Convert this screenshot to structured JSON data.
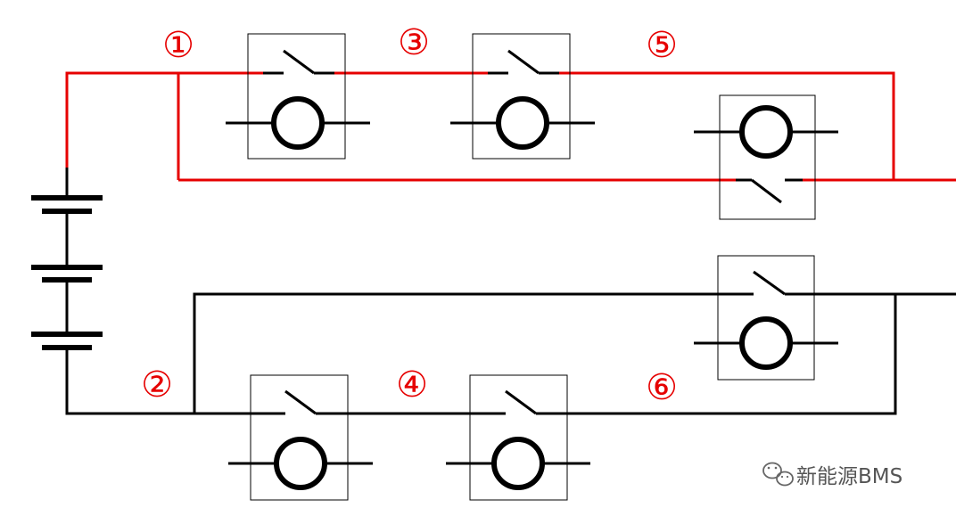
{
  "diagram": {
    "colors": {
      "positive": "#e60000",
      "negative": "#000000",
      "label": "#e60000",
      "watermark": "#555555"
    },
    "labels": {
      "n1": "①",
      "n2": "②",
      "n3": "③",
      "n4": "④",
      "n5": "⑤",
      "n6": "⑥"
    },
    "components": [
      "battery",
      "relay-1",
      "relay-3",
      "relay-5",
      "relay-2",
      "relay-4",
      "relay-6"
    ],
    "watermark": {
      "icon": "wechat-icon",
      "text": "新能源BMS"
    }
  }
}
